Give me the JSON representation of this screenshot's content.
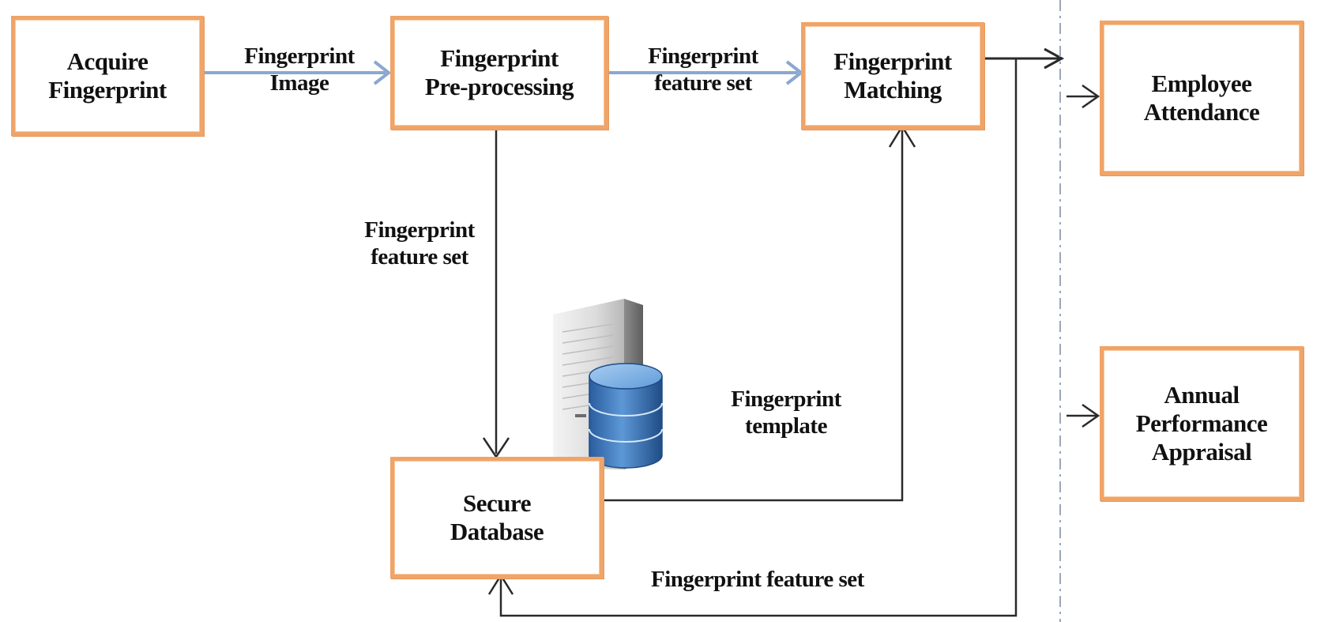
{
  "nodes": {
    "acquire": "Acquire\nFingerprint",
    "preprocessing": "Fingerprint\nPre-processing",
    "matching": "Fingerprint\nMatching",
    "database": "Secure\nDatabase",
    "attendance": "Employee\nAttendance",
    "appraisal": "Annual\nPerformance\nAppraisal"
  },
  "edge_labels": {
    "image": "Fingerprint\nImage",
    "feature_set_top": "Fingerprint\nfeature set",
    "feature_set_left": "Fingerprint\nfeature set",
    "template": "Fingerprint\ntemplate",
    "feature_set_bottom": "Fingerprint feature set"
  },
  "icons": {
    "server": "server-database-icon"
  },
  "colors": {
    "box_border": "#f0a468",
    "blue_arrow": "#8aa8d0",
    "dark_line": "#2a2a2a",
    "divider": "#9aa8b8"
  }
}
